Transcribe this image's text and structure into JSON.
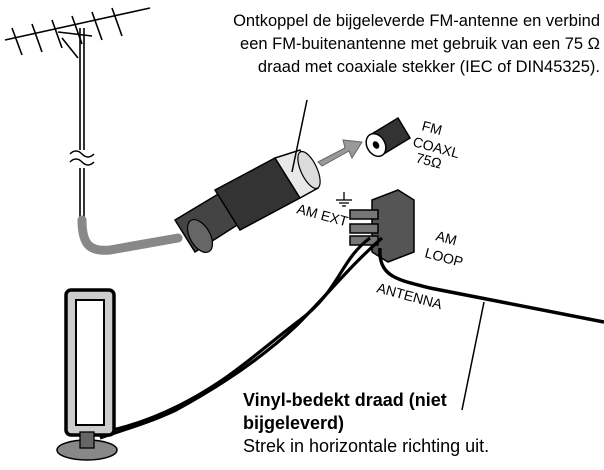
{
  "instruction": {
    "lines": [
      "Ontkoppel de bijgeleverde FM-antenne en verbind",
      "een FM-buitenantenne met gebruik van een 75 Ω",
      "draad met coaxiale stekker (IEC of DIN45325)."
    ]
  },
  "labels": {
    "fm_line1": "FM",
    "fm_line2": "COAXL",
    "fm_line3": "75Ω",
    "am_ext": "AM EXT",
    "am_loop_line1": "AM",
    "am_loop_line2": "LOOP",
    "antenna": "ANTENNA"
  },
  "vinyl": {
    "title_line1": "Vinyl-bedekt draad (niet",
    "title_line2": "bijgeleverd)",
    "note": "Strek in horizontale richting uit."
  }
}
